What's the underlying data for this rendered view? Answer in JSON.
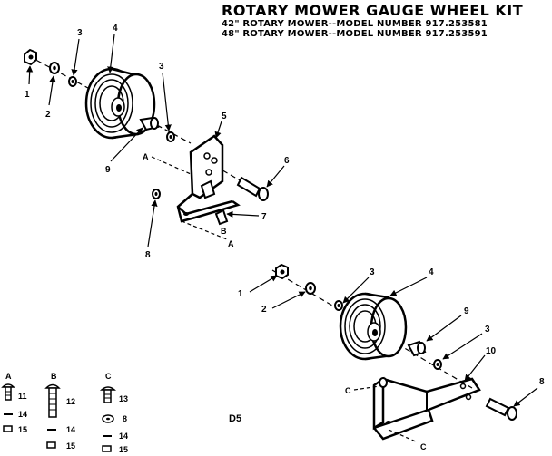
{
  "header": {
    "title": "ROTARY MOWER GAUGE WHEEL KIT",
    "line1": "42\" ROTARY MOWER--MODEL NUMBER 917.253581",
    "line2": "48\" ROTARY MOWER--MODEL NUMBER 917.253591"
  },
  "upper_callouts": {
    "c1": "1",
    "c2": "2",
    "c3a": "3",
    "c4": "4",
    "c3b": "3",
    "c5": "5",
    "c9": "9",
    "c6": "6",
    "c7": "7",
    "cB": "B",
    "c8": "8",
    "cA1": "A",
    "cA2": "A"
  },
  "lower_callouts": {
    "c1": "1",
    "c2": "2",
    "c3a": "3",
    "c4": "4",
    "c9": "9",
    "c3b": "3",
    "c10": "10",
    "c8": "8",
    "cC1": "C",
    "cC2": "C"
  },
  "legend": {
    "colA": {
      "head": "A",
      "r1": "11",
      "r2": "14",
      "r3": "15"
    },
    "colB": {
      "head": "B",
      "r1": "12",
      "r2": "14",
      "r3": "15"
    },
    "colC": {
      "head": "C",
      "r1": "13",
      "r2": "8",
      "r3": "14",
      "r4": "15"
    }
  },
  "page_code": "D5"
}
